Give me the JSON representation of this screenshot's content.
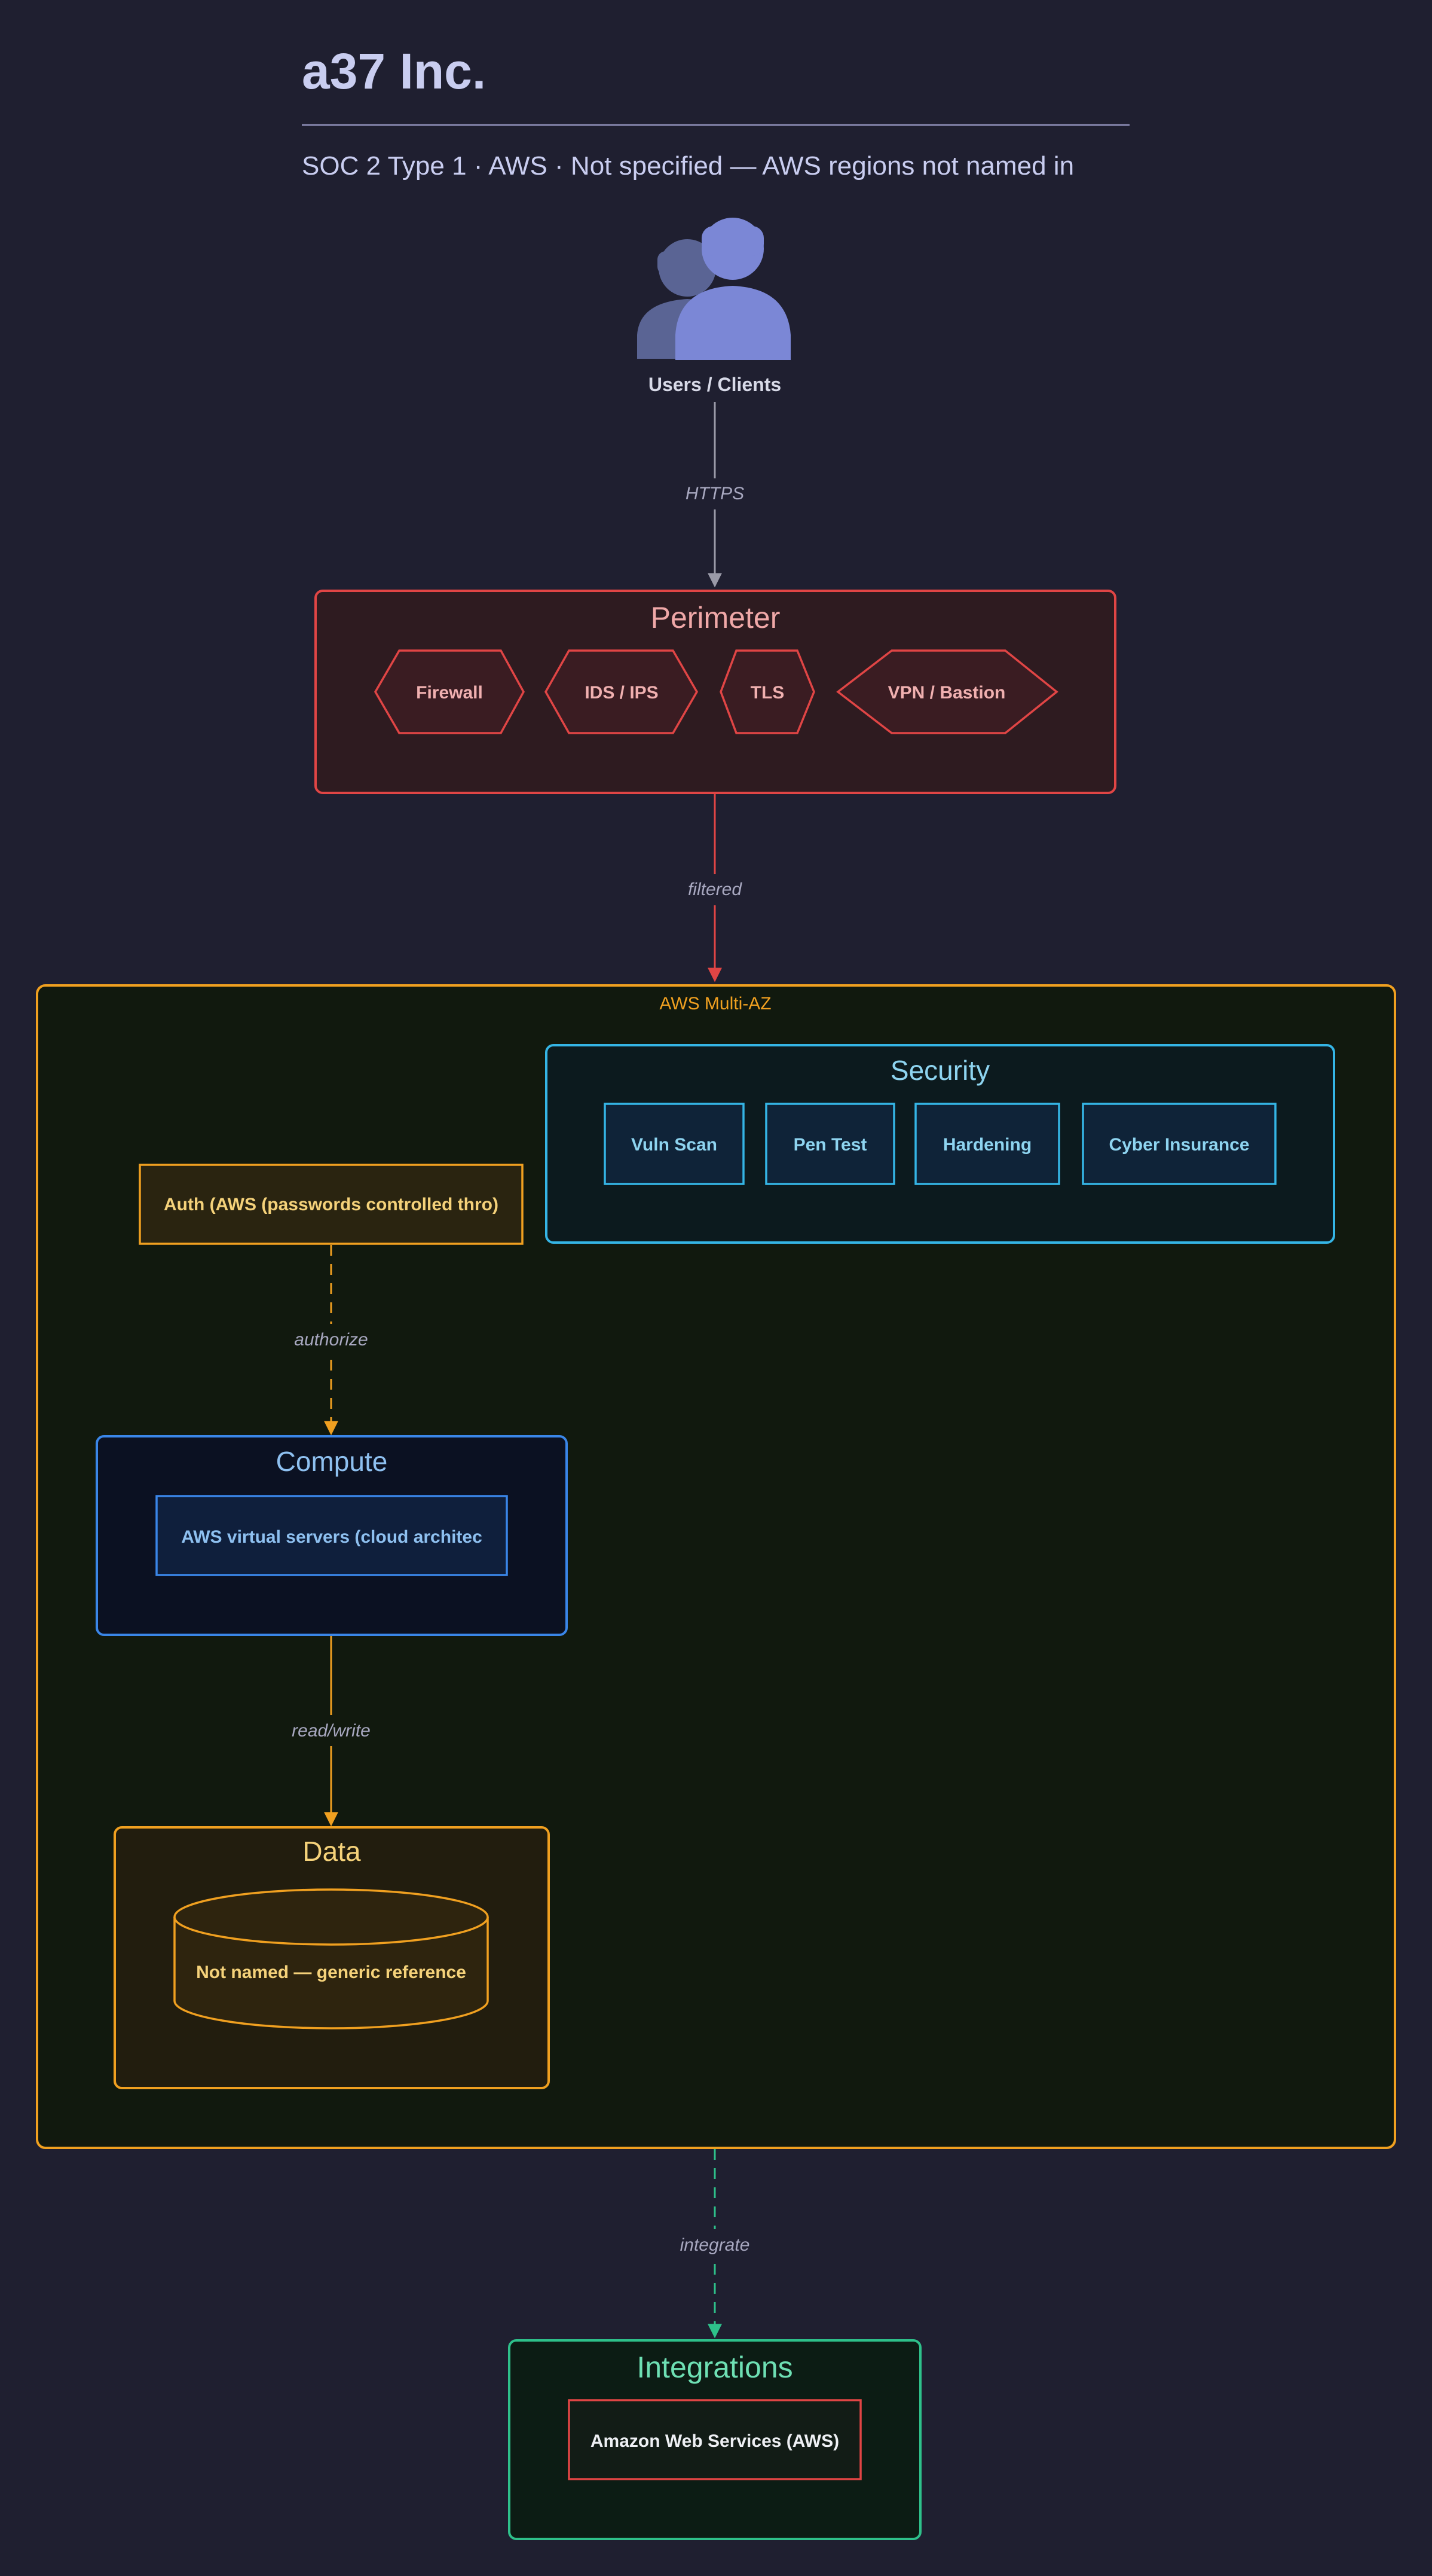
{
  "header": {
    "title": "a37 Inc.",
    "subtitle": "SOC 2 Type 1 · AWS · Not specified — AWS regions not named in"
  },
  "users": {
    "label": "Users / Clients"
  },
  "edges": {
    "https": "HTTPS",
    "filtered": "filtered",
    "authorize": "authorize",
    "read_write": "read/write",
    "integrate": "integrate"
  },
  "perimeter": {
    "title": "Perimeter",
    "items": [
      "Firewall",
      "IDS / IPS",
      "TLS",
      "VPN / Bastion"
    ]
  },
  "aws": {
    "label": "AWS Multi-AZ"
  },
  "security": {
    "title": "Security",
    "items": [
      "Vuln Scan",
      "Pen Test",
      "Hardening",
      "Cyber Insurance"
    ]
  },
  "auth": {
    "label": "Auth (AWS (passwords controlled thro)"
  },
  "compute": {
    "title": "Compute",
    "node": "AWS virtual servers (cloud architec"
  },
  "data": {
    "title": "Data",
    "node": "Not named — generic reference"
  },
  "integrations": {
    "title": "Integrations",
    "node": "Amazon Web Services (AWS)"
  },
  "colors": {
    "background": "#1f1f30",
    "perimeter": "#e04545",
    "aws": "#f0a020",
    "security": "#35b5e5",
    "compute": "#3a86e8",
    "data": "#f0a020",
    "integrations": "#2ec08a",
    "users": "#7b87d6"
  }
}
